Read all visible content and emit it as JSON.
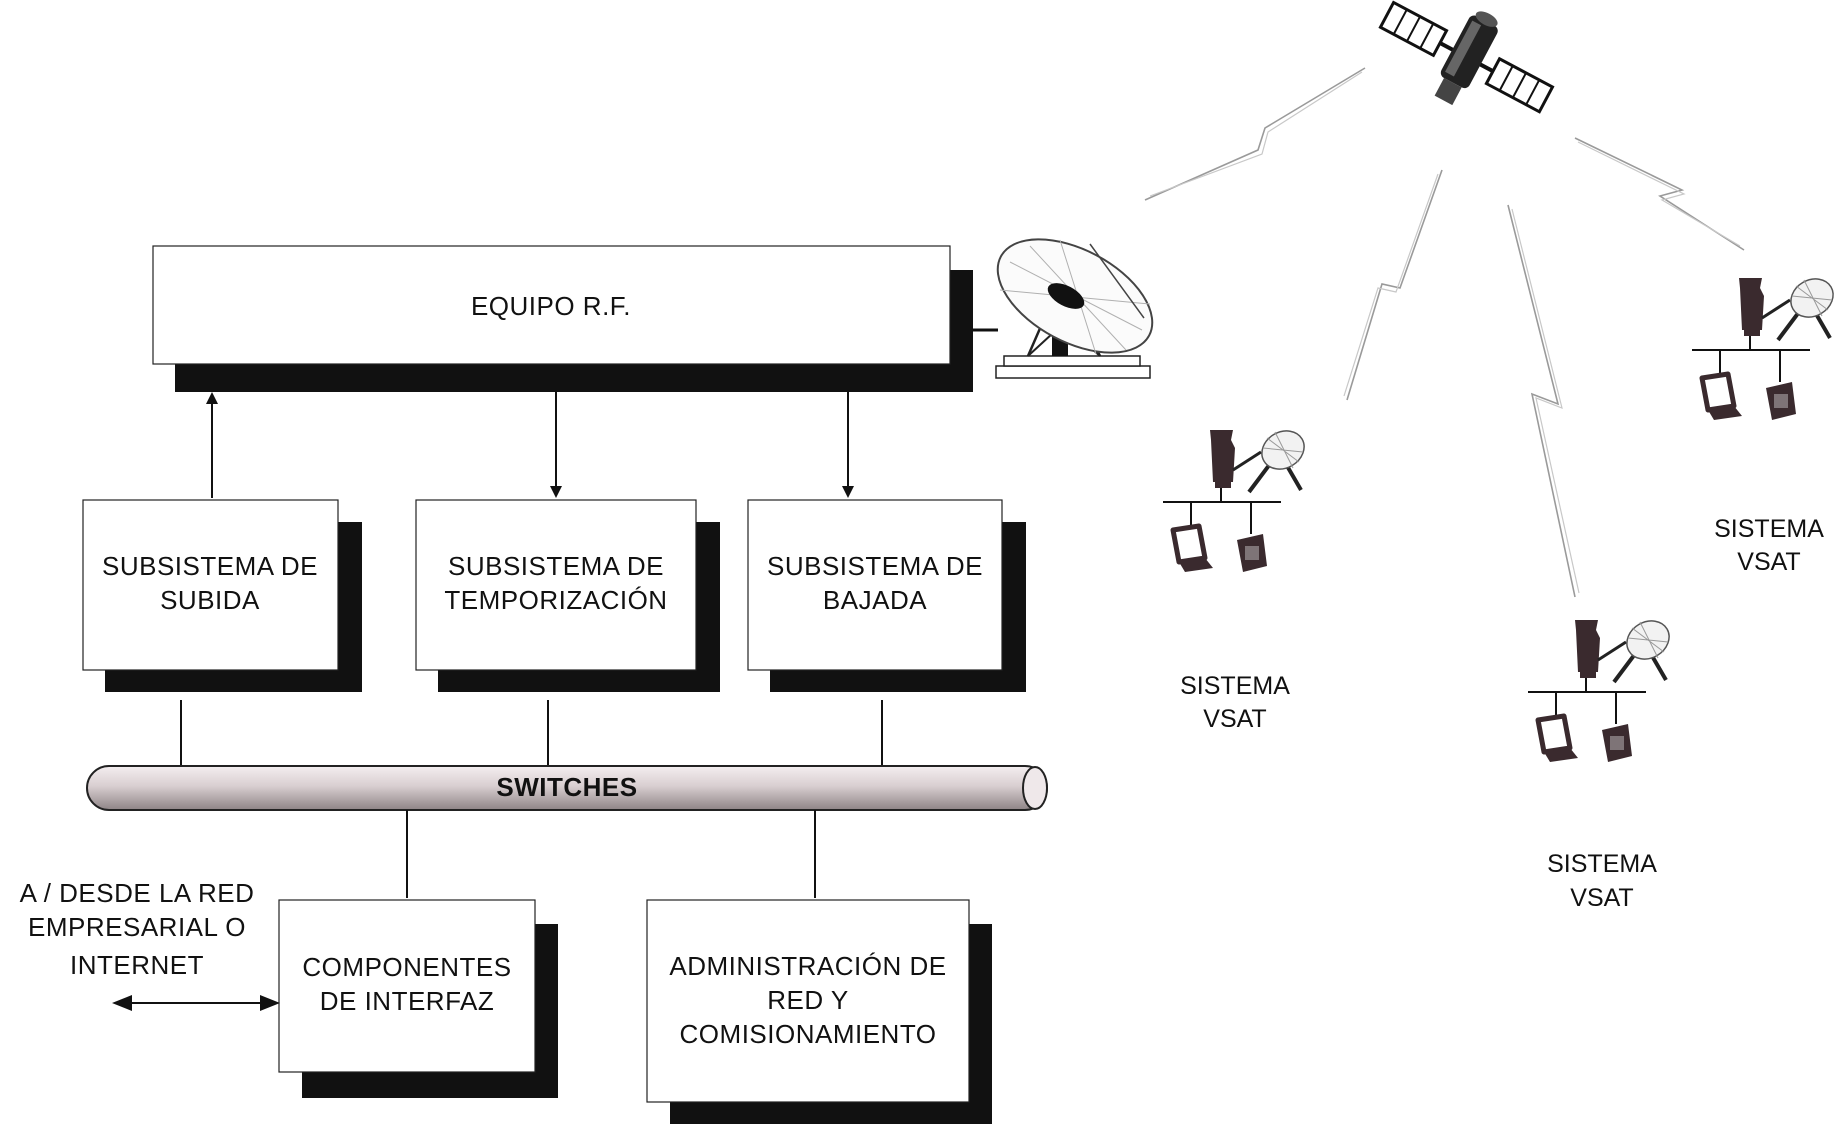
{
  "labels": {
    "rf_equipment": "EQUIPO R.F.",
    "uplink": [
      "SUBSISTEMA DE",
      "SUBIDA"
    ],
    "timing": [
      "SUBSISTEMA DE",
      "TEMPORIZACIÓN"
    ],
    "downlink": [
      "SUBSISTEMA DE",
      "BAJADA"
    ],
    "switches": "SWITCHES",
    "external_network": [
      "A / DESDE LA RED",
      "EMPRESARIAL O",
      "INTERNET"
    ],
    "interface": [
      "COMPONENTES",
      "DE INTERFAZ"
    ],
    "admin": [
      "ADMINISTRACIÓN DE",
      "RED Y",
      "COMISIONAMIENTO"
    ],
    "vsat_left": [
      "SISTEMA",
      "VSAT"
    ],
    "vsat_middle": [
      "SISTEMA",
      "VSAT"
    ],
    "vsat_right": [
      "SISTEMA",
      "VSAT"
    ]
  },
  "icons": {
    "satellite": "satellite-icon",
    "hub_antenna": "satellite-dish-icon",
    "vsat_station": "vsat-station-icon",
    "radio_link": "lightning-link-icon"
  },
  "colors": {
    "line": "#111111",
    "shadow": "#111111",
    "pipe": "#d9cfd1",
    "vsat_device": "#3a2a2e"
  }
}
